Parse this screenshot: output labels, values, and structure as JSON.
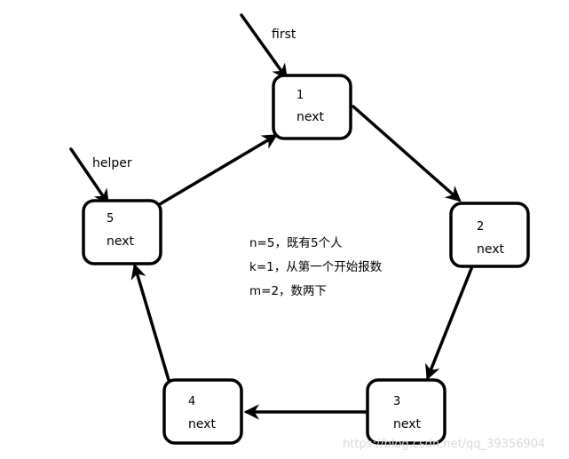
{
  "nodes": [
    {
      "num": "1",
      "next": "next"
    },
    {
      "num": "2",
      "next": "next"
    },
    {
      "num": "3",
      "next": "next"
    },
    {
      "num": "4",
      "next": "next"
    },
    {
      "num": "5",
      "next": "next"
    }
  ],
  "pointers": {
    "first": "first",
    "helper": "helper"
  },
  "notes": [
    "n=5，既有5个人",
    "k=1，从第一个开始报数",
    "m=2，数两下"
  ],
  "watermark": "https://blog.csdn.net/qq_39356904"
}
